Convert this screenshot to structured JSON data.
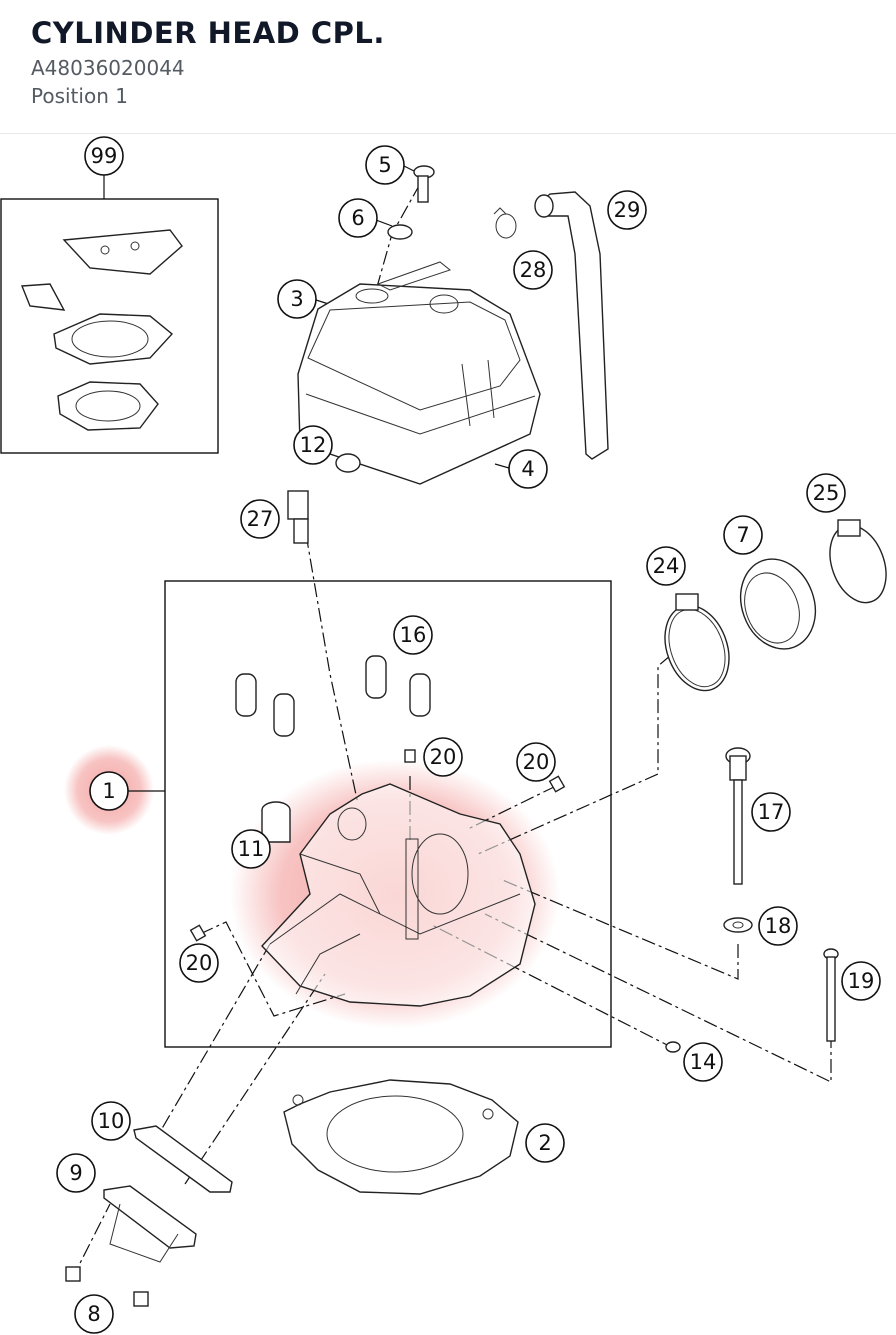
{
  "header": {
    "title": "CYLINDER HEAD CPL.",
    "part_number": "A48036020044",
    "position_label": "Position 1"
  },
  "diagram": {
    "highlight_color": "#e53935",
    "highlighted_callout": "1",
    "callouts": [
      {
        "id": "c99",
        "label": "99"
      },
      {
        "id": "c5",
        "label": "5"
      },
      {
        "id": "c6",
        "label": "6"
      },
      {
        "id": "c29",
        "label": "29"
      },
      {
        "id": "c28",
        "label": "28"
      },
      {
        "id": "c3",
        "label": "3"
      },
      {
        "id": "c12",
        "label": "12"
      },
      {
        "id": "c4",
        "label": "4"
      },
      {
        "id": "c27",
        "label": "27"
      },
      {
        "id": "c25",
        "label": "25"
      },
      {
        "id": "c7",
        "label": "7"
      },
      {
        "id": "c24",
        "label": "24"
      },
      {
        "id": "c16",
        "label": "16"
      },
      {
        "id": "c1",
        "label": "1"
      },
      {
        "id": "c20a",
        "label": "20"
      },
      {
        "id": "c20b",
        "label": "20"
      },
      {
        "id": "c11",
        "label": "11"
      },
      {
        "id": "c17",
        "label": "17"
      },
      {
        "id": "c18",
        "label": "18"
      },
      {
        "id": "c20c",
        "label": "20"
      },
      {
        "id": "c19",
        "label": "19"
      },
      {
        "id": "c14",
        "label": "14"
      },
      {
        "id": "c10",
        "label": "10"
      },
      {
        "id": "c2",
        "label": "2"
      },
      {
        "id": "c9",
        "label": "9"
      },
      {
        "id": "c8",
        "label": "8"
      }
    ]
  }
}
